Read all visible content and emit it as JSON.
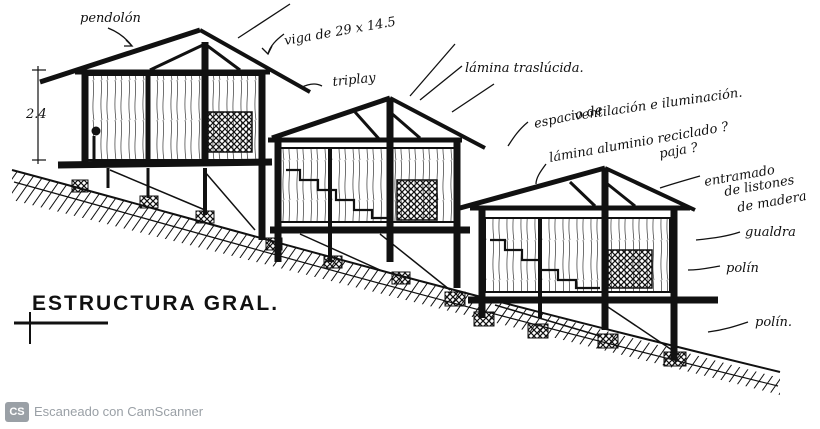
{
  "title": "ESTRUCTURA GRAL.",
  "dimension": "2.4",
  "labels": {
    "pendolon": "pendolón",
    "viga": "viga de 29 x 14.5",
    "triplay": "triplay",
    "lamina_traslucida": "lámina traslúcida.",
    "espacio_1": "espacio de",
    "espacio_2": "ventilación e iluminación.",
    "lamina_aluminio_1": "lámina aluminio reciclado ?",
    "lamina_aluminio_2": "paja ?",
    "entramado_1": "entramado",
    "entramado_2": "de listones",
    "entramado_3": "de madera",
    "gualdra": "gualdra",
    "polin_1": "polín",
    "polin_2": "polín."
  },
  "footer": {
    "badge": "CS",
    "text": "Escaneado con CamScanner"
  }
}
